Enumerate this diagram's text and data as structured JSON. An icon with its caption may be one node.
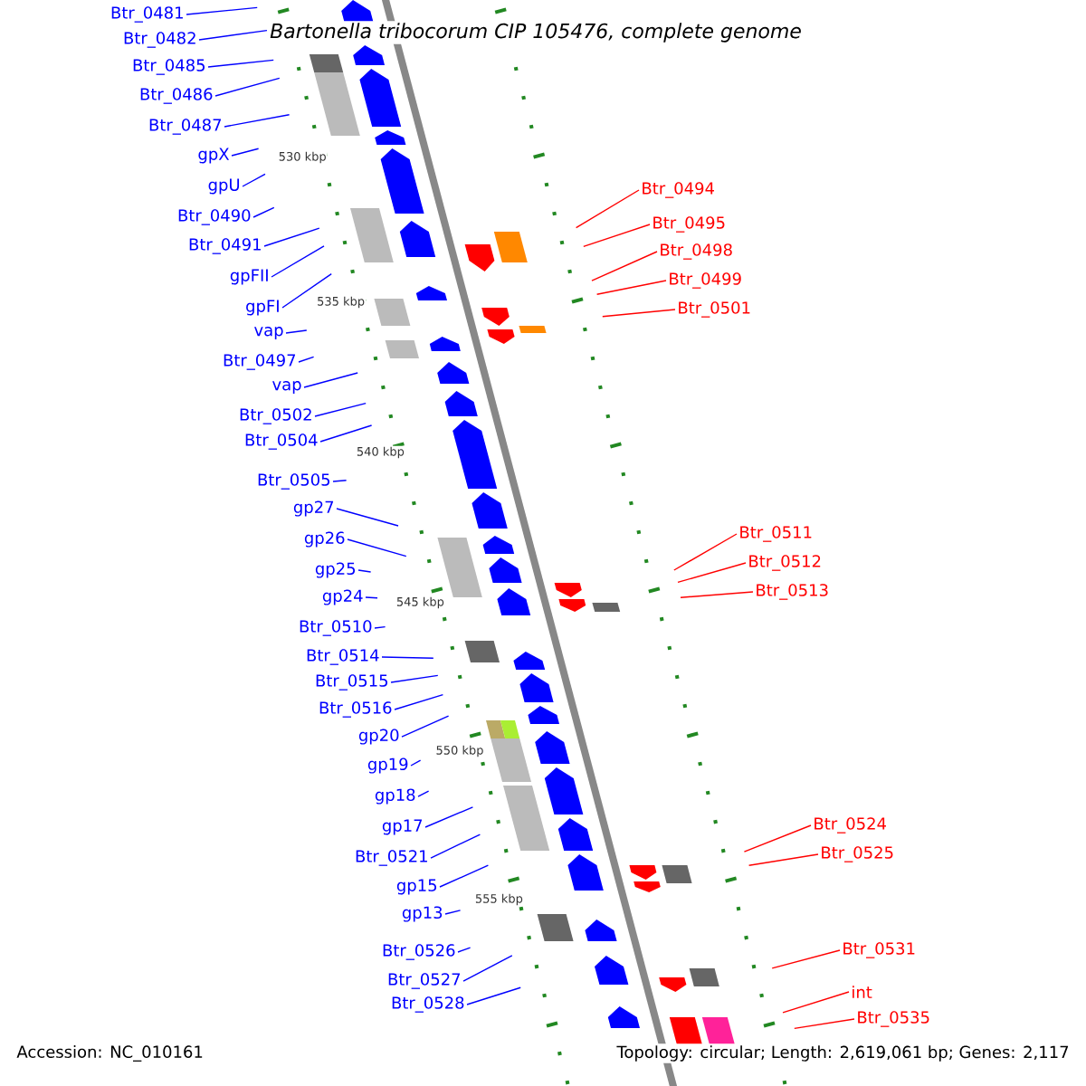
{
  "diagram": {
    "title": "*Bartonella tribocorum* CIP 105476, complete genome",
    "nodes": [
      {
        "text": [
          "Btr_0481"
        ]
      },
      {
        "text": [
          "Btr_0482"
        ]
      },
      {
        "text": [
          "Btr_0485"
        ]
      },
      {
        "text": [
          "Btr_0486"
        ]
      },
      {
        "text": [
          "Btr_0487"
        ]
      },
      {
        "text": [
          "gpX"
        ]
      },
      {
        "text": [
          "gpU"
        ]
      },
      {
        "text": [
          "Btr_0490"
        ]
      },
      {
        "text": [
          "Btr_0491"
        ]
      },
      {
        "text": [
          "gpFII"
        ]
      },
      {
        "text": [
          "gpFI"
        ]
      },
      {
        "text": [
          "vap"
        ]
      },
      {
        "text": [
          "Btr_0497"
        ]
      },
      {
        "text": [
          "vap"
        ]
      },
      {
        "text": [
          "Btr_0502"
        ]
      },
      {
        "text": [
          "Btr_0504"
        ]
      },
      {
        "text": [
          "Btr_0505"
        ]
      },
      {
        "text": [
          "gp27"
        ]
      },
      {
        "text": [
          "gp26"
        ]
      },
      {
        "text": [
          "gp25"
        ]
      },
      {
        "text": [
          "gp24"
        ]
      },
      {
        "text": [
          "Btr_0510"
        ]
      },
      {
        "text": [
          "Btr_0514"
        ]
      },
      {
        "text": [
          "Btr_0515"
        ]
      },
      {
        "text": [
          "Btr_0516"
        ]
      },
      {
        "text": [
          "gp20"
        ]
      },
      {
        "text": [
          "gp19"
        ]
      },
      {
        "text": [
          "gp18"
        ]
      },
      {
        "text": [
          "gp17"
        ]
      },
      {
        "text": [
          "Btr_0521"
        ]
      },
      {
        "text": [
          "gp15"
        ]
      },
      {
        "text": [
          "gp13"
        ]
      },
      {
        "text": [
          "Btr_0526"
        ]
      },
      {
        "text": [
          "Btr_0527"
        ]
      },
      {
        "text": [
          "Btr_0528"
        ]
      },
      {
        "text": [
          "Btr_0494"
        ]
      },
      {
        "text": [
          "Btr_0495"
        ]
      },
      {
        "text": [
          "Btr_0498"
        ]
      },
      {
        "text": [
          "Btr_0499"
        ]
      },
      {
        "text": [
          "Btr_0501"
        ]
      },
      {
        "text": [
          "Btr_0511"
        ]
      },
      {
        "text": [
          "Btr_0512"
        ]
      },
      {
        "text": [
          "Btr_0513"
        ]
      },
      {
        "text": [
          "Btr_0524"
        ]
      },
      {
        "text": [
          "Btr_0525"
        ]
      },
      {
        "text": [
          "Btr_0531"
        ]
      },
      {
        "text": [
          "int"
        ]
      },
      {
        "text": [
          "Btr_0535"
        ]
      }
    ],
    "edges": [
      {
        "from": 0,
        "to": null,
        "arrow": "none"
      },
      {
        "from": 1,
        "to": null,
        "arrow": "none"
      },
      {
        "from": 2,
        "to": null,
        "arrow": "none"
      },
      {
        "from": 3,
        "to": null,
        "arrow": "none"
      },
      {
        "from": 4,
        "to": null,
        "arrow": "none"
      },
      {
        "from": 5,
        "to": null,
        "arrow": "none"
      },
      {
        "from": 6,
        "to": null,
        "arrow": "none"
      },
      {
        "from": 7,
        "to": null,
        "arrow": "none"
      },
      {
        "from": 8,
        "to": null,
        "arrow": "none"
      },
      {
        "from": 9,
        "to": null,
        "arrow": "none"
      },
      {
        "from": 10,
        "to": null,
        "arrow": "none"
      },
      {
        "from": 11,
        "to": null,
        "arrow": "none"
      },
      {
        "from": 12,
        "to": null,
        "arrow": "none"
      },
      {
        "from": 13,
        "to": null,
        "arrow": "none"
      },
      {
        "from": 14,
        "to": null,
        "arrow": "none"
      },
      {
        "from": 15,
        "to": null,
        "arrow": "none"
      },
      {
        "from": 16,
        "to": null,
        "arrow": "none"
      },
      {
        "from": 17,
        "to": null,
        "arrow": "none"
      },
      {
        "from": 18,
        "to": null,
        "arrow": "none"
      },
      {
        "from": 19,
        "to": null,
        "arrow": "none"
      },
      {
        "from": 20,
        "to": null,
        "arrow": "none"
      },
      {
        "from": 21,
        "to": null,
        "arrow": "none"
      },
      {
        "from": 22,
        "to": null,
        "arrow": "none"
      },
      {
        "from": 23,
        "to": null,
        "arrow": "none"
      },
      {
        "from": 24,
        "to": null,
        "arrow": "none"
      },
      {
        "from": 25,
        "to": null,
        "arrow": "none"
      },
      {
        "from": 26,
        "to": null,
        "arrow": "none"
      },
      {
        "from": 27,
        "to": null,
        "arrow": "none"
      },
      {
        "from": 28,
        "to": null,
        "arrow": "none"
      },
      {
        "from": 29,
        "to": null,
        "arrow": "none"
      },
      {
        "from": 30,
        "to": null,
        "arrow": "none"
      },
      {
        "from": 31,
        "to": null,
        "arrow": "none"
      },
      {
        "from": 32,
        "to": null,
        "arrow": "none"
      },
      {
        "from": 33,
        "to": null,
        "arrow": "none"
      },
      {
        "from": 34,
        "to": null,
        "arrow": "none"
      },
      {
        "from": 35,
        "to": null,
        "arrow": "none",
        "color": "#ff0000"
      },
      {
        "from": 36,
        "to": null,
        "arrow": "none",
        "color": "#ff0000"
      },
      {
        "from": 37,
        "to": null,
        "arrow": "none",
        "color": "#ff0000"
      },
      {
        "from": 38,
        "to": null,
        "arrow": "none",
        "color": "#ff0000"
      },
      {
        "from": 39,
        "to": null,
        "arrow": "none",
        "color": "#ff0000"
      },
      {
        "from": 40,
        "to": null,
        "arrow": "none",
        "color": "#ff0000"
      },
      {
        "from": 41,
        "to": null,
        "arrow": "none",
        "color": "#ff0000"
      },
      {
        "from": 42,
        "to": null,
        "arrow": "none",
        "color": "#ff0000"
      },
      {
        "from": 43,
        "to": null,
        "arrow": "none",
        "color": "#ff0000"
      },
      {
        "from": 44,
        "to": null,
        "arrow": "none",
        "color": "#ff0000"
      },
      {
        "from": 45,
        "to": null,
        "arrow": "none",
        "color": "#ff0000"
      },
      {
        "from": 46,
        "to": null,
        "arrow": "none",
        "color": "#ff0000"
      },
      {
        "from": 47,
        "to": null,
        "arrow": "none",
        "color": "#ff0000"
      }
    ],
    "labels": [
      "530 kbp",
      "535 kbp",
      "540 kbp",
      "545 kbp",
      "550 kbp",
      "555 kbp",
      "Accession: NC_010161",
      "Topology: circular; Length: 2,619,061 bp; Genes: 2,117"
    ]
  }
}
